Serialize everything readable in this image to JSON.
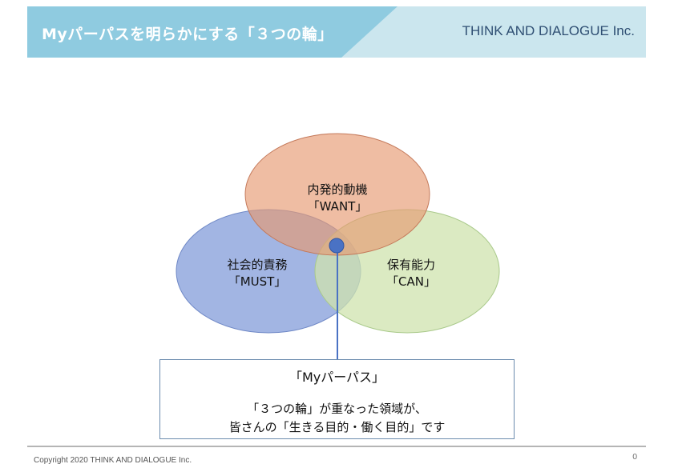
{
  "header": {
    "title": "Myパーパスを明らかにする「３つの輪」",
    "company": "THINK AND DIALOGUE Inc."
  },
  "diagram": {
    "circles": [
      {
        "id": "want",
        "line1": "内発的動機",
        "line2": "「WANT」",
        "color": "#e79a72"
      },
      {
        "id": "must",
        "line1": "社会的責務",
        "line2": "「MUST」",
        "color": "#8ba2dc"
      },
      {
        "id": "can",
        "line1": "保有能力",
        "line2": "「CAN」",
        "color": "#cfe3ad"
      }
    ],
    "marker_color": "#4a72c4"
  },
  "callout": {
    "heading": "「Myパーパス」",
    "body_line1": "「３つの輪」が重なった領域が、",
    "body_line2": "皆さんの「生きる目的・働く目的」です"
  },
  "footer": {
    "copyright": "Copyright 2020  THINK AND DIALOGUE Inc.",
    "page": "0"
  }
}
